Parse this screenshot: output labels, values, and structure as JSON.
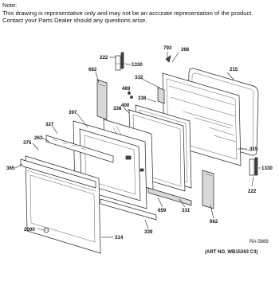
{
  "note": {
    "heading": "Note:",
    "line1": "This drawing is representative only and may not be an accurate representation of the product.",
    "line2": "Contact your Parts Dealer should any questions arise."
  },
  "callouts": {
    "c222_top": "222",
    "c1330_top": "1330",
    "c793": "793",
    "c366": "366",
    "c215": "215",
    "c662_top": "662",
    "c332": "332",
    "c469": "469",
    "c338_a": "338",
    "c338_b": "338",
    "c400": "400",
    "c397": "397",
    "c327": "327",
    "c263": "263",
    "c375": "375",
    "c365": "365",
    "c315": "315",
    "c1330_bot": "1330",
    "c222_bot": "222",
    "c659": "659",
    "c331": "331",
    "c339": "339",
    "c662_bot": "662",
    "c2000": "2000",
    "c314": "314"
  },
  "references": {
    "ra": "RA-5889",
    "art": "(ART NO. WB15363 C3)"
  }
}
